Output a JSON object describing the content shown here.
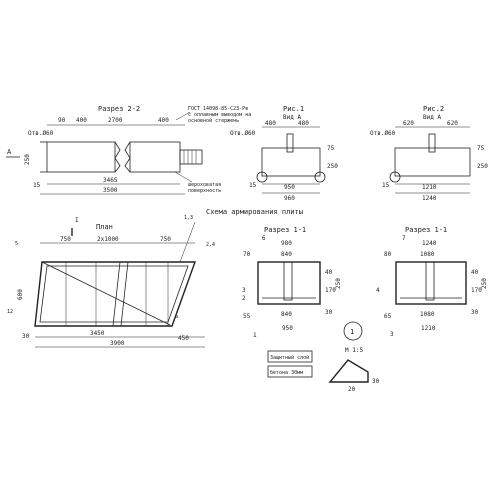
{
  "top": {
    "section22": {
      "title": "Разрез 2-2",
      "hole": "Отв.Ø60",
      "dim_90": "90",
      "dim_400a": "400",
      "dim_2700": "2700",
      "dim_400b": "400",
      "dim_250": "250",
      "dim_15": "15",
      "dim_3465": "3465",
      "dim_3500": "3500",
      "view_a": "А",
      "note_gost_1": "ГОСТ 14098-85-С23-Рв",
      "note_gost_2": "с оплавным выводом на",
      "note_gost_3": "основной стержень",
      "note_rough_1": "шероховатая",
      "note_rough_2": "поверхность"
    },
    "fig1": {
      "title": "Рис.1",
      "view": "Вид А",
      "dim_480a": "480",
      "dim_480b": "480",
      "hole": "Отв.Ø60",
      "dim_75": "75",
      "dim_250": "250",
      "dim_15": "15",
      "dim_950": "950",
      "dim_960": "960"
    },
    "fig2": {
      "title": "Рис.2",
      "view": "Вид А",
      "dim_620a": "620",
      "dim_620b": "620",
      "hole": "Отв.Ø60",
      "dim_75": "75",
      "dim_250": "250",
      "dim_15": "15",
      "dim_1210": "1210",
      "dim_1240": "1240"
    }
  },
  "scheme_title": "Схема армирования плиты",
  "plan": {
    "title": "План",
    "cut_mark": "I",
    "dim_750a": "750",
    "dim_2x1000": "2x1000",
    "dim_750b": "750",
    "label_13": "1,3",
    "label_24": "2,4",
    "dim_600": "600",
    "dim_12": "12",
    "dim_30": "30",
    "dim_3450": "3450",
    "dim_450": "450",
    "dim_3900": "3900",
    "label_a": "а",
    "label_5": "5"
  },
  "section11_left": {
    "title": "Разрез 1-1",
    "pos_6": "6",
    "dim_980": "980",
    "dim_70": "70",
    "dim_840": "840",
    "dim_40": "40",
    "dim_170": "170",
    "dim_250": "250",
    "dim_55": "55",
    "dim_840b": "840",
    "dim_30": "30",
    "dim_950": "950",
    "pos_3": "3",
    "pos_2": "2",
    "pos_1": "1"
  },
  "section11_right": {
    "title": "Разрез 1-1",
    "pos_7": "7",
    "dim_1240": "1240",
    "dim_80": "80",
    "dim_1080": "1080",
    "dim_40": "40",
    "dim_170": "170",
    "dim_250": "250",
    "dim_65": "65",
    "dim_1080b": "1080",
    "dim_30": "30",
    "dim_1210": "1210",
    "pos_4": "4",
    "pos_3": "3"
  },
  "detail": {
    "circle_label": "1",
    "scale": "М 1:5",
    "cover_1": "Защитный слой",
    "cover_2": "бетона 30мм",
    "dim_20": "20",
    "dim_30": "30"
  }
}
